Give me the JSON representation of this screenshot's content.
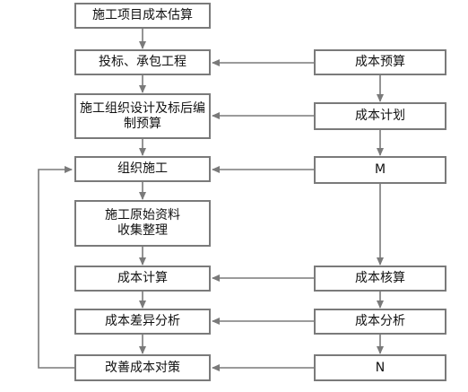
{
  "left_column": {
    "s1": "施工项目成本估算",
    "s2": "投标、承包工程",
    "s3": "施工组织设计及标后编制预算",
    "s4": "组织施工",
    "s5": "施工原始资料收集整理",
    "s6": "成本计算",
    "s7": "成本差异分析",
    "s8": "改善成本对策"
  },
  "right_column": {
    "r1": "成本预算",
    "r2": "成本计划",
    "r3": "M",
    "r4": "成本核算",
    "r5": "成本分析",
    "r6": "N"
  }
}
